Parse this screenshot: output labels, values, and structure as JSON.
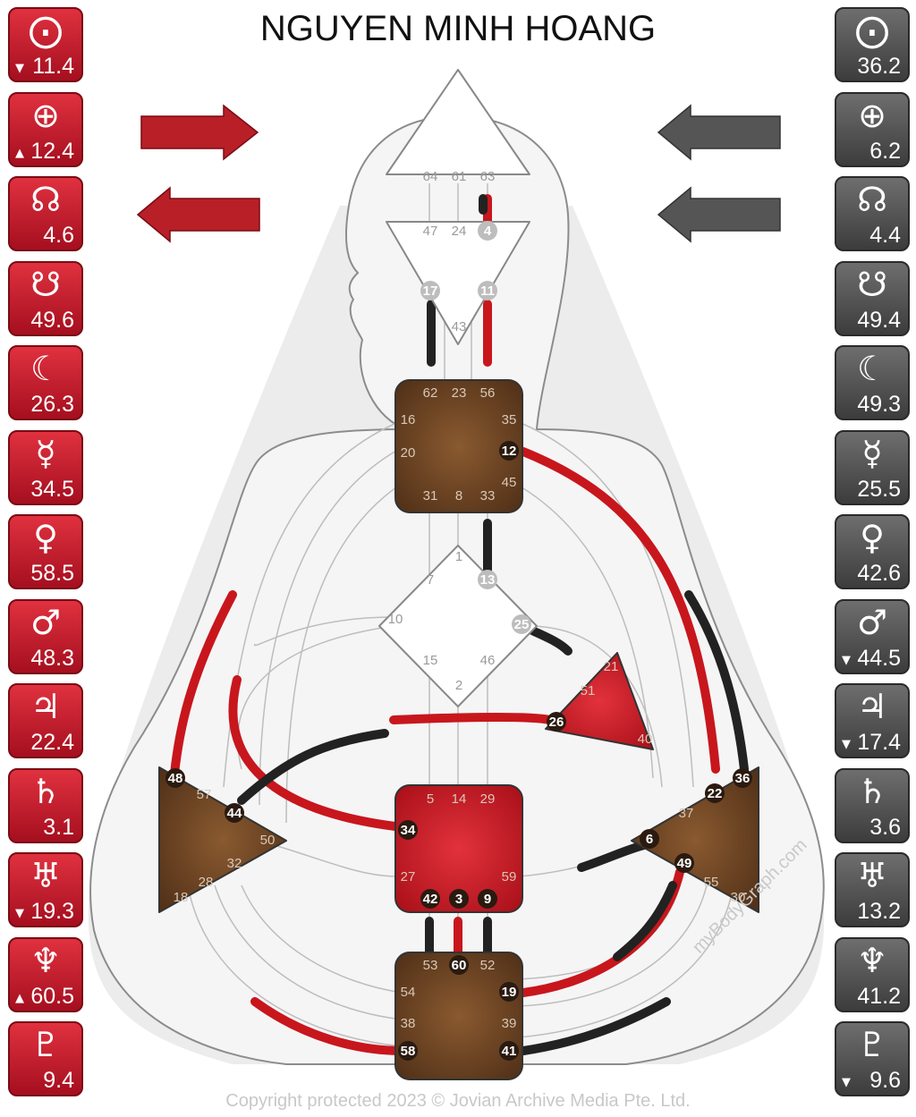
{
  "title": "NGUYEN MINH HOANG",
  "copyright": "Copyright protected 2023 © Jovian Archive Media Pte. Ltd.",
  "watermark": "myBodyGraph.com",
  "colors": {
    "design": "#c8161d",
    "personality": "#222222",
    "tile_red": "#c11b2a",
    "tile_gray": "#4d4d4d",
    "center_brown": "#6b4322",
    "center_red": "#c8161d",
    "center_white": "#ffffff",
    "silhouette": "#f2f2f2"
  },
  "design_column": [
    {
      "planet": "sun-icon",
      "glyph": "⨀",
      "value": "11.4",
      "mark": "▼"
    },
    {
      "planet": "earth-icon",
      "glyph": "⊕",
      "value": "12.4",
      "mark": "▲"
    },
    {
      "planet": "north-node-icon",
      "glyph": "☊",
      "value": "4.6",
      "mark": ""
    },
    {
      "planet": "south-node-icon",
      "glyph": "☋",
      "value": "49.6",
      "mark": ""
    },
    {
      "planet": "moon-icon",
      "glyph": "☾",
      "value": "26.3",
      "mark": ""
    },
    {
      "planet": "mercury-icon",
      "glyph": "☿",
      "value": "34.5",
      "mark": ""
    },
    {
      "planet": "venus-icon",
      "glyph": "♀",
      "value": "58.5",
      "mark": ""
    },
    {
      "planet": "mars-icon",
      "glyph": "♂",
      "value": "48.3",
      "mark": ""
    },
    {
      "planet": "jupiter-icon",
      "glyph": "♃",
      "value": "22.4",
      "mark": ""
    },
    {
      "planet": "saturn-icon",
      "glyph": "♄",
      "value": "3.1",
      "mark": ""
    },
    {
      "planet": "uranus-icon",
      "glyph": "♅",
      "value": "19.3",
      "mark": "▼"
    },
    {
      "planet": "neptune-icon",
      "glyph": "♆",
      "value": "60.5",
      "mark": "▲"
    },
    {
      "planet": "pluto-icon",
      "glyph": "♇",
      "value": "9.4",
      "mark": ""
    }
  ],
  "personality_column": [
    {
      "planet": "sun-icon",
      "glyph": "⨀",
      "value": "36.2",
      "mark": ""
    },
    {
      "planet": "earth-icon",
      "glyph": "⊕",
      "value": "6.2",
      "mark": ""
    },
    {
      "planet": "north-node-icon",
      "glyph": "☊",
      "value": "4.4",
      "mark": ""
    },
    {
      "planet": "south-node-icon",
      "glyph": "☋",
      "value": "49.4",
      "mark": ""
    },
    {
      "planet": "moon-icon",
      "glyph": "☾",
      "value": "49.3",
      "mark": ""
    },
    {
      "planet": "mercury-icon",
      "glyph": "☿",
      "value": "25.5",
      "mark": ""
    },
    {
      "planet": "venus-icon",
      "glyph": "♀",
      "value": "42.6",
      "mark": ""
    },
    {
      "planet": "mars-icon",
      "glyph": "♂",
      "value": "44.5",
      "mark": "▼"
    },
    {
      "planet": "jupiter-icon",
      "glyph": "♃",
      "value": "17.4",
      "mark": "▼"
    },
    {
      "planet": "saturn-icon",
      "glyph": "♄",
      "value": "3.6",
      "mark": ""
    },
    {
      "planet": "uranus-icon",
      "glyph": "♅",
      "value": "13.2",
      "mark": ""
    },
    {
      "planet": "neptune-icon",
      "glyph": "♆",
      "value": "41.2",
      "mark": ""
    },
    {
      "planet": "pluto-icon",
      "glyph": "♇",
      "value": "9.6",
      "mark": "▼"
    }
  ],
  "gates": {
    "head": [
      "64",
      "61",
      "63"
    ],
    "ajna": [
      "47",
      "24",
      "4",
      "17",
      "11",
      "43"
    ],
    "throat": [
      "62",
      "23",
      "56",
      "16",
      "35",
      "20",
      "12",
      "31",
      "8",
      "33",
      "45"
    ],
    "g": [
      "1",
      "7",
      "13",
      "10",
      "25",
      "15",
      "46",
      "2"
    ],
    "ego": [
      "21",
      "51",
      "26",
      "40"
    ],
    "sacral": [
      "5",
      "14",
      "29",
      "34",
      "27",
      "59",
      "42",
      "3",
      "9"
    ],
    "spleen": [
      "48",
      "57",
      "44",
      "50",
      "32",
      "28",
      "18"
    ],
    "solar_plexus": [
      "36",
      "22",
      "37",
      "6",
      "49",
      "55",
      "30"
    ],
    "root": [
      "53",
      "60",
      "52",
      "54",
      "19",
      "38",
      "39",
      "58",
      "41"
    ]
  }
}
